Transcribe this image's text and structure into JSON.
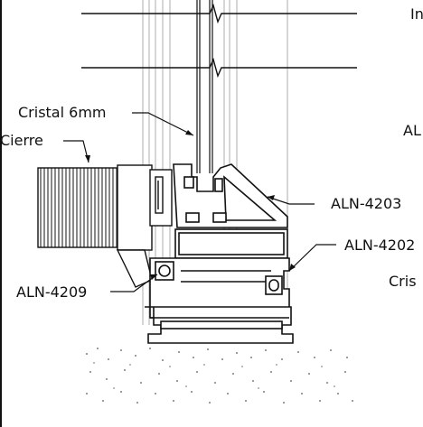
{
  "labels": {
    "cristal": "Cristal 6mm",
    "cierre": "Cierre",
    "aln4203": "ALN-4203",
    "aln4202": "ALN-4202",
    "aln4209": "ALN-4209",
    "clip_top_right": "In",
    "clip_mid_right": "AL",
    "clip_lower_right": "Cris"
  },
  "colors": {
    "line": "#111111",
    "background": "#ffffff",
    "guide": "#9a9a9a"
  }
}
